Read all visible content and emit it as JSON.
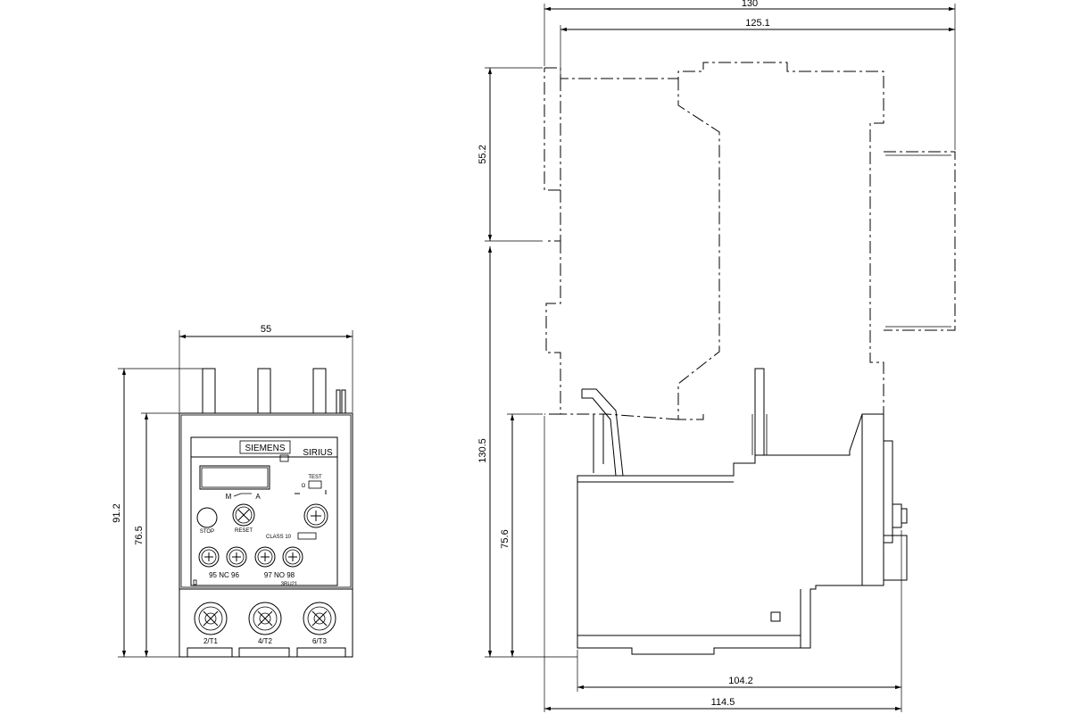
{
  "dimensions": {
    "front_width": "55",
    "front_height_total": "91.2",
    "front_height_body": "76.5",
    "side_width_total": "130",
    "side_width_inner": "125.1",
    "side_height_upper": "55.2",
    "side_height_total": "130.5",
    "side_height_body": "75.6",
    "side_depth_inner": "104.2",
    "side_depth_total": "114.5"
  },
  "front_panel": {
    "brand": "SIEMENS",
    "series": "SIRIUS",
    "test_label": "TEST",
    "test_o": "O",
    "scale_m": "M",
    "scale_a": "A",
    "stop_label": "STOP",
    "reset_label": "RESET",
    "class_label": "CLASS 10",
    "aux_left": "95 NC 96",
    "aux_right": "97 NO 98",
    "model": "3RU21",
    "terminal_1": "2/T1",
    "terminal_2": "4/T2",
    "terminal_3": "6/T3"
  }
}
